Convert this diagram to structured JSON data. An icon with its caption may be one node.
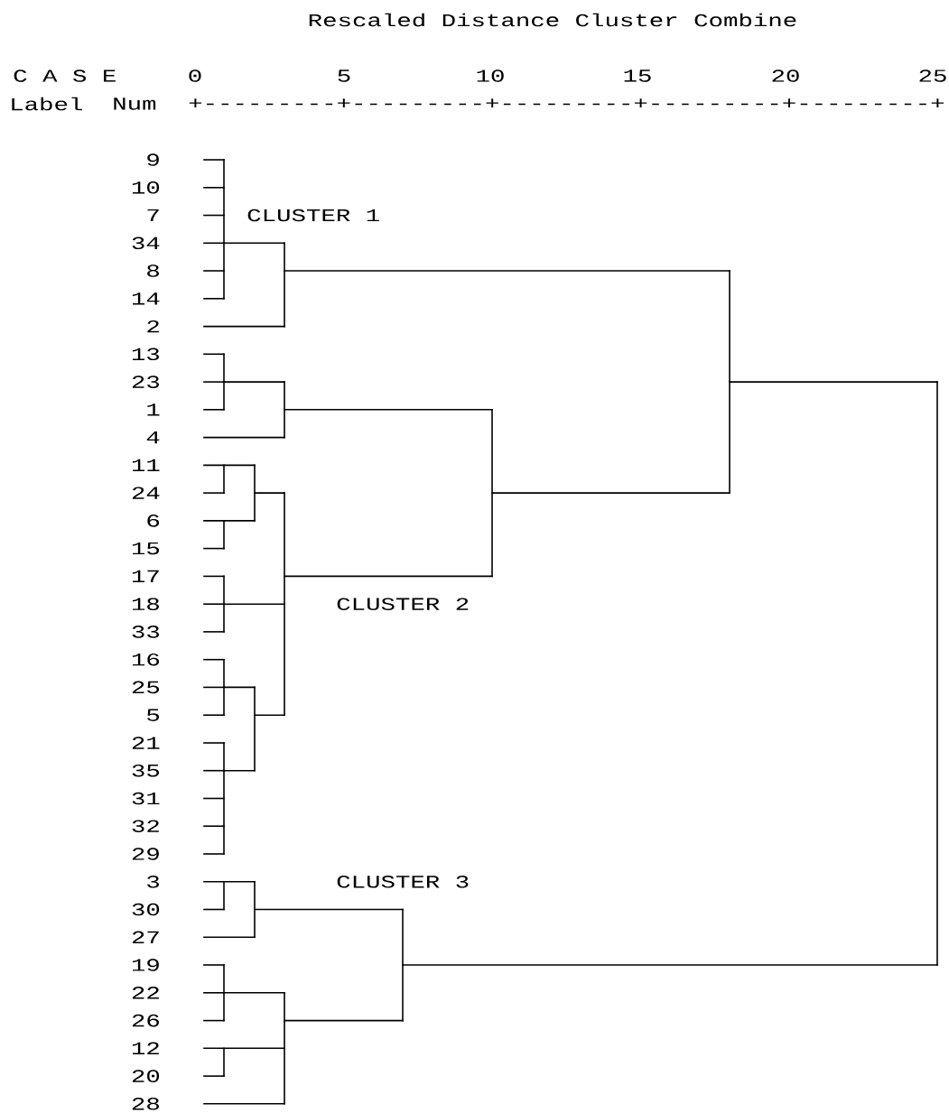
{
  "diagram": {
    "title": "Rescaled Distance Cluster Combine",
    "labels": [
      "C A S E",
      "0",
      "5",
      "10",
      "15",
      "20",
      "25",
      "Label",
      "Num",
      "+---------+---------+---------+---------+---------+",
      "9",
      "10",
      "7",
      "CLUSTER 1",
      "34",
      "8",
      "14",
      "2",
      "13",
      "23",
      "1",
      "4",
      "11",
      "24",
      "6",
      "15",
      "17",
      "18",
      "CLUSTER 2",
      "33",
      "16",
      "25",
      "5",
      "21",
      "35",
      "31",
      "32",
      "29",
      "3",
      "CLUSTER 3",
      "30",
      "27",
      "19",
      "22",
      "26",
      "12",
      "20",
      "28"
    ]
  }
}
